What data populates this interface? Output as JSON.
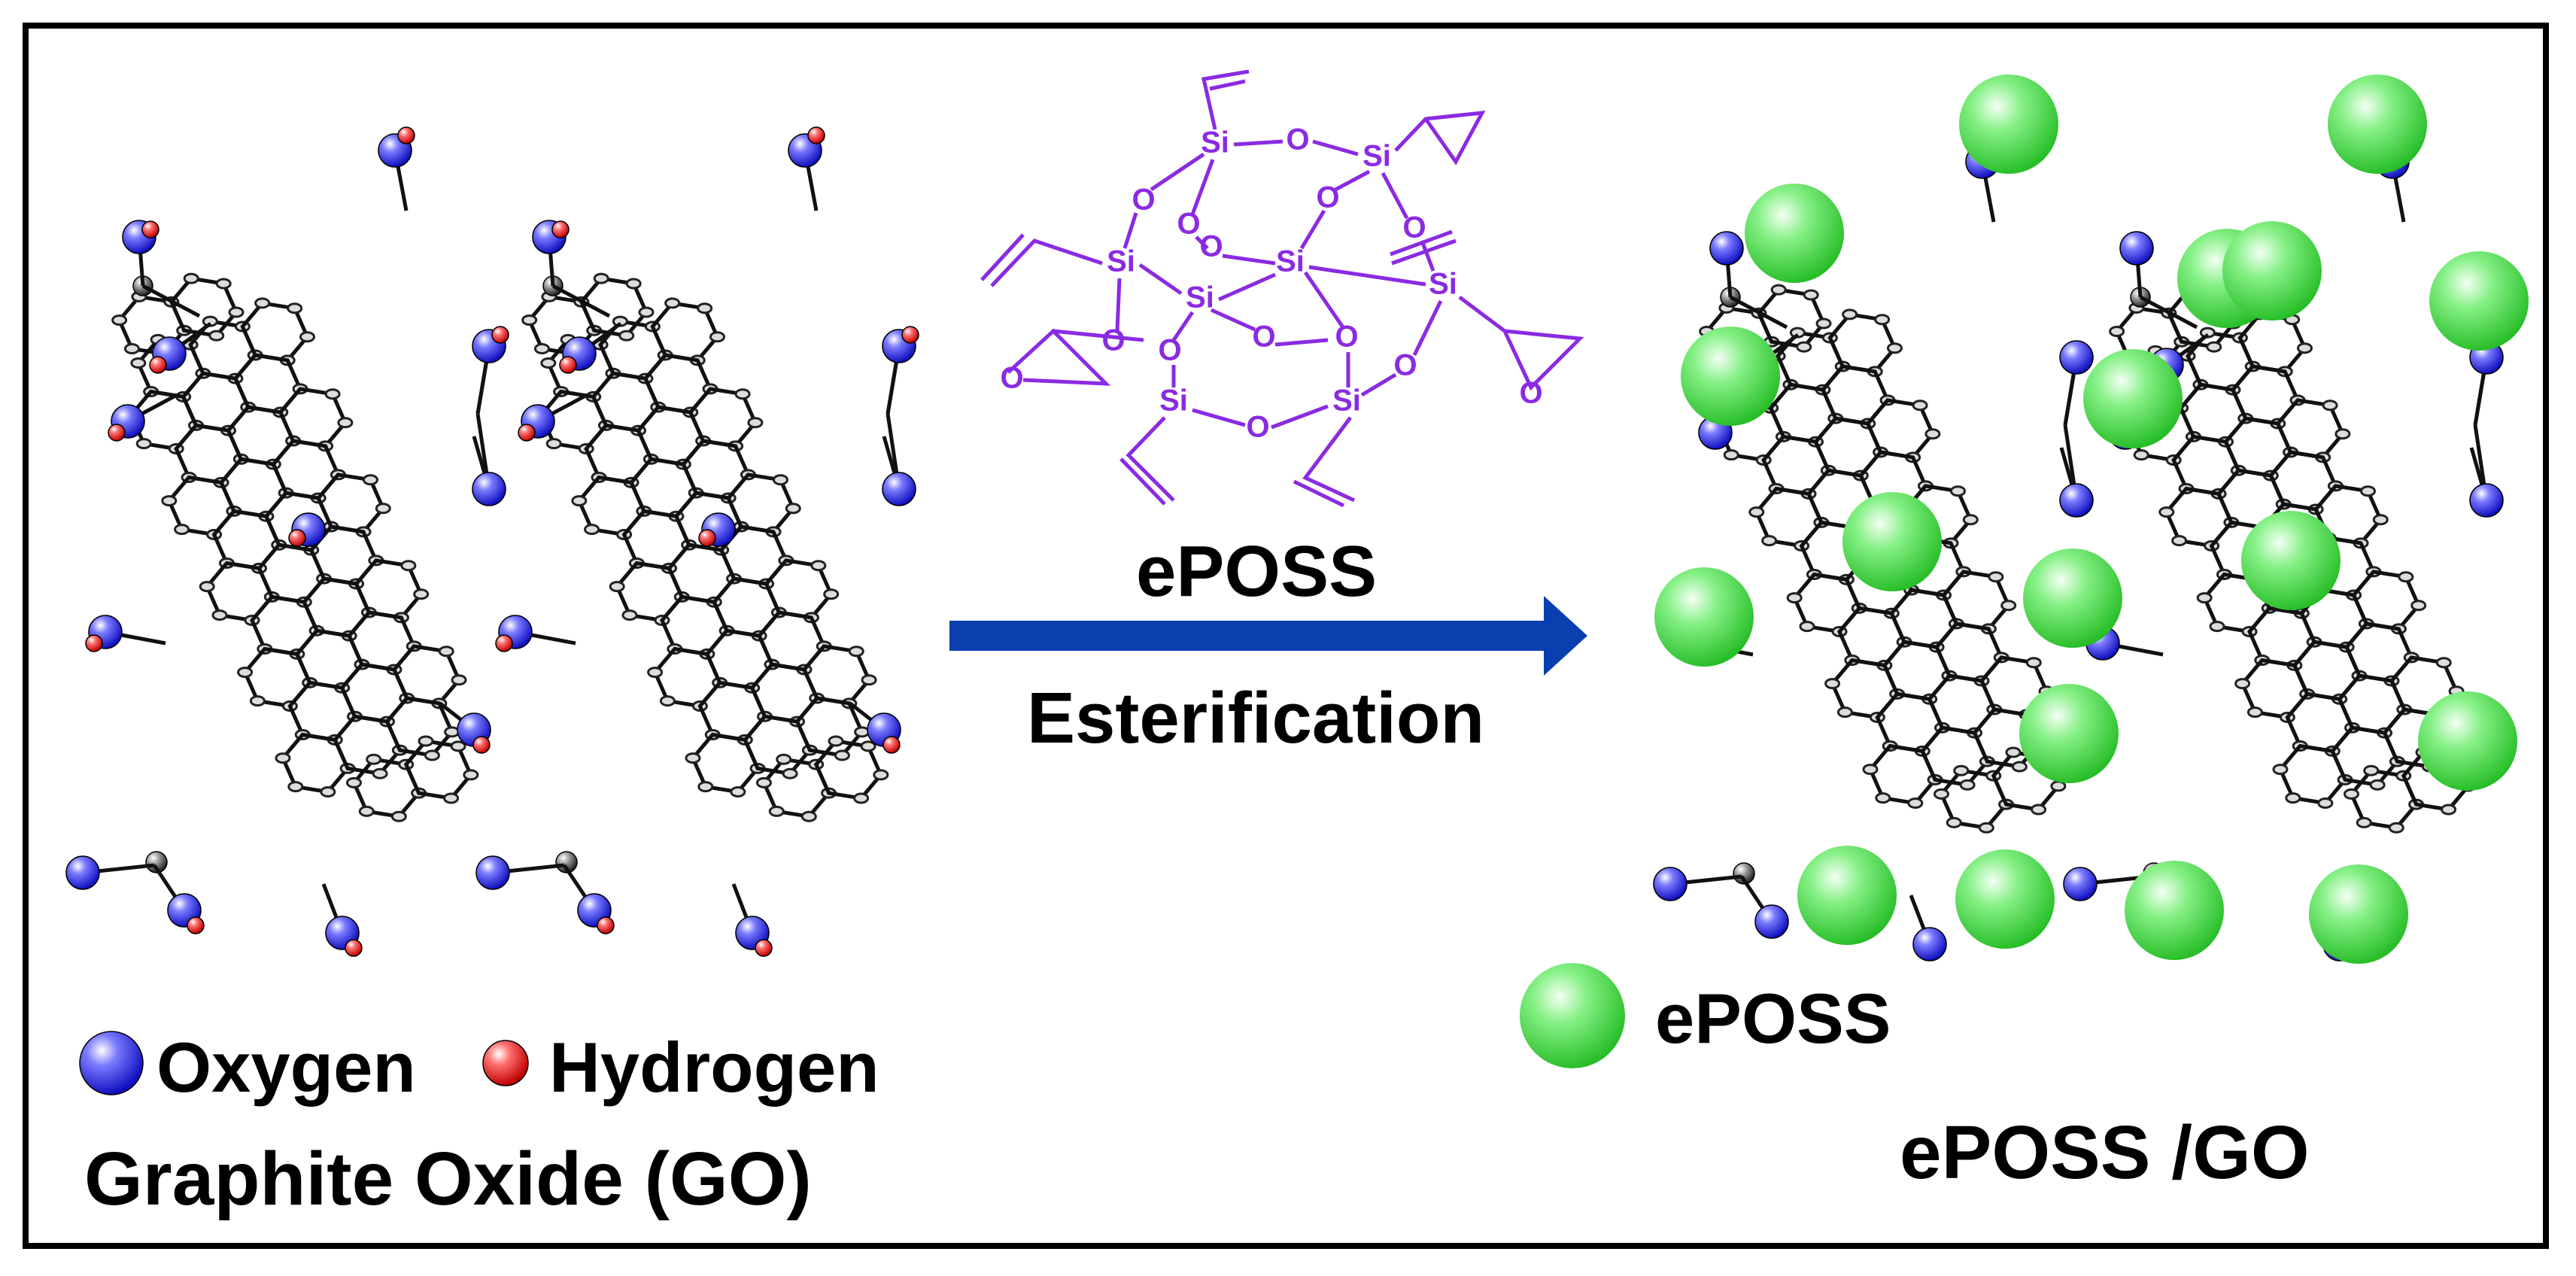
{
  "reagent_name": "ePOSS",
  "reaction_label": "Esterification",
  "legend": {
    "oxygen_label": "Oxygen",
    "hydrogen_label": "Hydrogen",
    "oxygen_color": "#3a3aff",
    "hydrogen_color": "#ff2a2a",
    "eposs_label": "ePOSS",
    "eposs_color": "#3bdc3b"
  },
  "left_title": "Graphite Oxide (GO)",
  "right_title": "ePOSS /GO",
  "molecule_color": "#8a2be2",
  "molecule_atoms": {
    "silicon": "Si",
    "oxygen": "O"
  },
  "arrow_color": "#0a3fb0"
}
